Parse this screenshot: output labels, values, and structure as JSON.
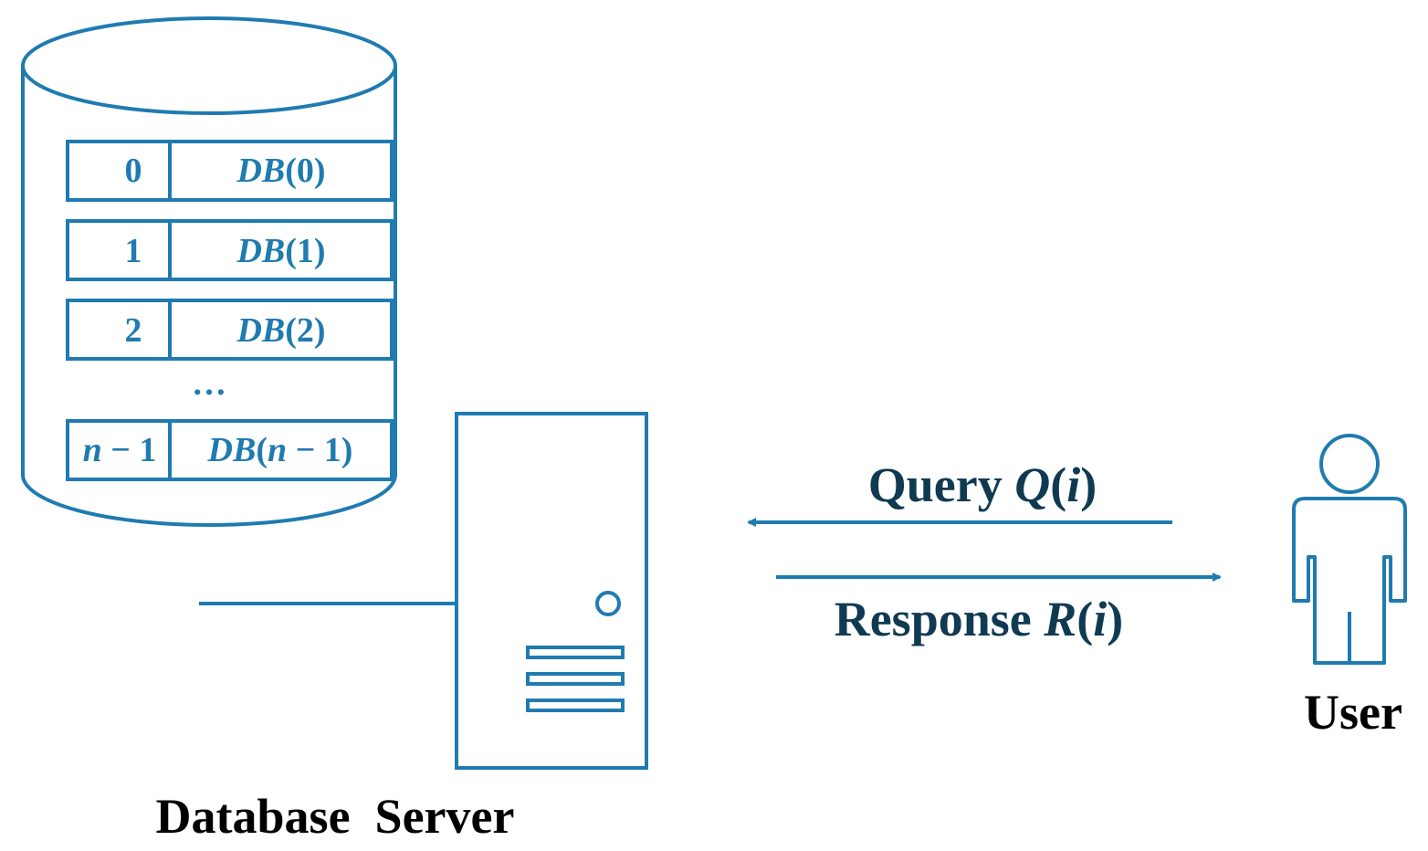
{
  "colors": {
    "accent": "#1f7bb0",
    "label_dark": "#103a52",
    "caption": "#000000",
    "background": "#ffffff"
  },
  "database": {
    "rows": [
      {
        "index": "0",
        "value_name": "DB",
        "value_arg": "(0)"
      },
      {
        "index": "1",
        "value_name": "DB",
        "value_arg": "(1)"
      },
      {
        "index": "2",
        "value_name": "DB",
        "value_arg": "(2)"
      }
    ],
    "ellipsis": "…",
    "last_row": {
      "index_var": "n",
      "index_rest": " − 1",
      "value_name": "DB",
      "value_open": "(",
      "value_var": "n",
      "value_rest": " − 1)"
    }
  },
  "arrows": {
    "query": {
      "word": "Query ",
      "fn": "Q",
      "open": "(",
      "arg": "i",
      "close": ")"
    },
    "response": {
      "word": "Response ",
      "fn": "R",
      "open": "(",
      "arg": "i",
      "close": ")"
    }
  },
  "labels": {
    "server_caption": "Database  Server",
    "user_caption": "User"
  },
  "icons": {
    "database": "database-cylinder-icon",
    "server": "server-tower-icon",
    "user": "user-person-icon"
  }
}
